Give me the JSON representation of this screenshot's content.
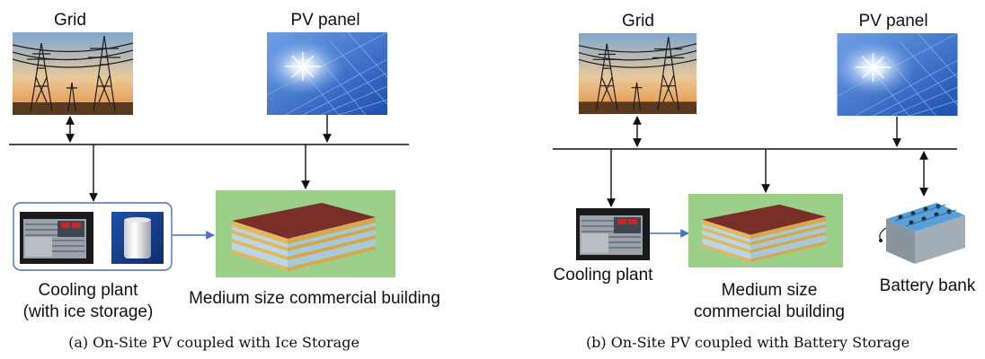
{
  "panel_a": {
    "grid_label": "Grid",
    "pv_label": "PV panel",
    "cooling_label_line1": "Cooling plant",
    "cooling_label_line2": "(with ice storage)",
    "building_label": "Medium size commercial building",
    "caption": "(a) On-Site PV coupled with Ice Storage"
  },
  "panel_b": {
    "grid_label": "Grid",
    "pv_label": "PV panel",
    "cooling_label": "Cooling plant",
    "building_label_line1": "Medium size",
    "building_label_line2": "commercial building",
    "battery_label": "Battery bank",
    "caption": "(b) On-Site PV coupled with Battery Storage"
  },
  "colors": {
    "building_bg": "#9ccf8a",
    "roof": "#7a2e2a",
    "sky_grid": "#e9b57a",
    "pv_blue": "#2a63c8",
    "battery": "#5aa0d8",
    "link_arrow": "#4472c4"
  }
}
